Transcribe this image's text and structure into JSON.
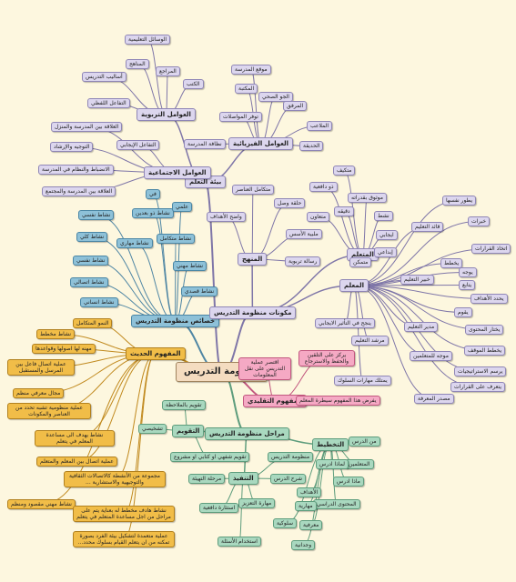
{
  "map": {
    "center": "منظومة التدريس",
    "colors": {
      "background": "#fdf7df",
      "learning_environment": "#dcd6ee",
      "characteristics": "#8ec1d8",
      "modern_concept": "#f1bd48",
      "stages": "#a9d8bf",
      "traditional_concept": "#f5a9c4",
      "components": "#dcd6ee"
    },
    "learning_environment": {
      "title": "بيئة التعلم",
      "educational_factors": {
        "title": "العوامل التربوية",
        "items": [
          "الوسائل التعليمية",
          "المناهج",
          "المراجع",
          "الكتب",
          "أساليب التدريس",
          "التفاعل اللفظي"
        ]
      },
      "physical_factors": {
        "title": "العوامل الفيزيائية",
        "items": [
          "موقع المدرسة",
          "المكتبة",
          "الجو الصحي",
          "المرفق",
          "توفر المواصلات",
          "الملاعب",
          "الحديقة",
          "نظافة المدرسة"
        ]
      },
      "social_factors": {
        "title": "العوامل الاجتماعية",
        "items": [
          "العلاقة بين المدرسة والمنزل",
          "التفاعل الإيجابي",
          "التوجيه والإرشاد",
          "الانضباط والنظام في المدرسة",
          "العلاقة بين المدرسة والمجتمع"
        ]
      }
    },
    "characteristics": {
      "title": "خصائص منظومة التدريس",
      "items": [
        "نشاط نفسي",
        "في",
        "نشاط ذو بعدين",
        "علمي",
        "نشاط كلي",
        "نشاط مهاري",
        "نشاط متكامل",
        "نشاط نفسي",
        "نشاط مهني",
        "نشاط اتصالي",
        "نشاط قصدي",
        "نشاط انساني"
      ]
    },
    "modern_concept": {
      "title": "المفهوم الحديث",
      "items": [
        "النمو المتكامل",
        "نشاط مخطط",
        "مهنه لها اصولها وقواعدها",
        "عملية اتصال فاعل بين المرسل والمستقبل",
        "مجال معرفي منظم",
        "عملية منظومية تشبه تحدد من العناصر والمكونات",
        "نشاط يهدف الى مساعدة المعلم في يتعلم",
        "عملية اتصال بين المعلم والمتعلم",
        "مجموعة من الأنشطة كالاتصالات الثقافية والتوجيهية والاستشارية ...",
        "نشاط مهني مقصود ومنظم",
        "نشاط هادف مخطط له بعناية يتم على مراحل من اجل مساعدة المتعلم في يتعلم",
        "عملية متعمدة لتشكيل بيئة الفرد بصورة تمكنه من ان يتعلم القيام بسلوك محدد..."
      ]
    },
    "stages": {
      "title": "مراحل منظومة التدريس",
      "evaluation": {
        "title": "التقويم",
        "items": [
          "تقويم بالملاحظة",
          "تشخيصي",
          "تقويم شفهي او كتابي او مشروع"
        ]
      },
      "planning": {
        "title": "التخطيط",
        "items": [
          "من الدرس",
          "المتعلمين",
          "لماذا ادرس",
          "ماذا ادرس",
          "المحتوى الدراسي",
          "الأهداف",
          "معرفية",
          "مهارية",
          "سلوكية",
          "وجدانية"
        ]
      },
      "implementation": {
        "title": "التنفيذ",
        "items": [
          "منظومة التدريس",
          "شرح الدرس",
          "مرحلة التهيئة",
          "مهارة التعزيز",
          "استثارة دافعية",
          "استخدام الأسئلة"
        ]
      }
    },
    "traditional_concept": {
      "title": "المفهوم التقليدي",
      "items": [
        "اقتصر عملية التدريس على نقل المعلومات",
        "يركز على التلقين والحفظ والاسترجاع",
        "يفرض هذا المفهوم سيطرة المعلم"
      ]
    },
    "components": {
      "title": "مكونات منظومة التدريس",
      "curriculum": {
        "title": "المنهج",
        "items": [
          "متكامل العناصر",
          "واضح الأهداف",
          "حلقة وصل",
          "ملبية الأسس",
          "رسالة تربوية"
        ]
      },
      "learner": {
        "title": "المتعلم",
        "items": [
          "متكيف",
          "ذو دافعية",
          "متعاون",
          "موثوق بقدراته",
          "دقيقه",
          "نشط",
          "ايجابي",
          "إبداعي",
          "متمكن"
        ]
      },
      "teacher": {
        "title": "المعلم",
        "items": [
          "قائد التعليم",
          "يطور نفسها",
          "خبرات",
          "اتخاذ القرارات",
          "خبير التعليم",
          "يخطط",
          "يوجه",
          "يتابع",
          "يحدد الأهداف",
          "يقوم",
          "مدير التعليم",
          "يختار المحتوى",
          "يخطط الموقف",
          "يرسم الاستراتيجيات",
          "يتعرف على القرارات",
          "مرشد التعليم",
          "ينجح في التأثير الايجابي",
          "موجه للمتعلمين",
          "يمتلك مهارات السلوك",
          "مصدر المعرفة"
        ]
      }
    }
  }
}
